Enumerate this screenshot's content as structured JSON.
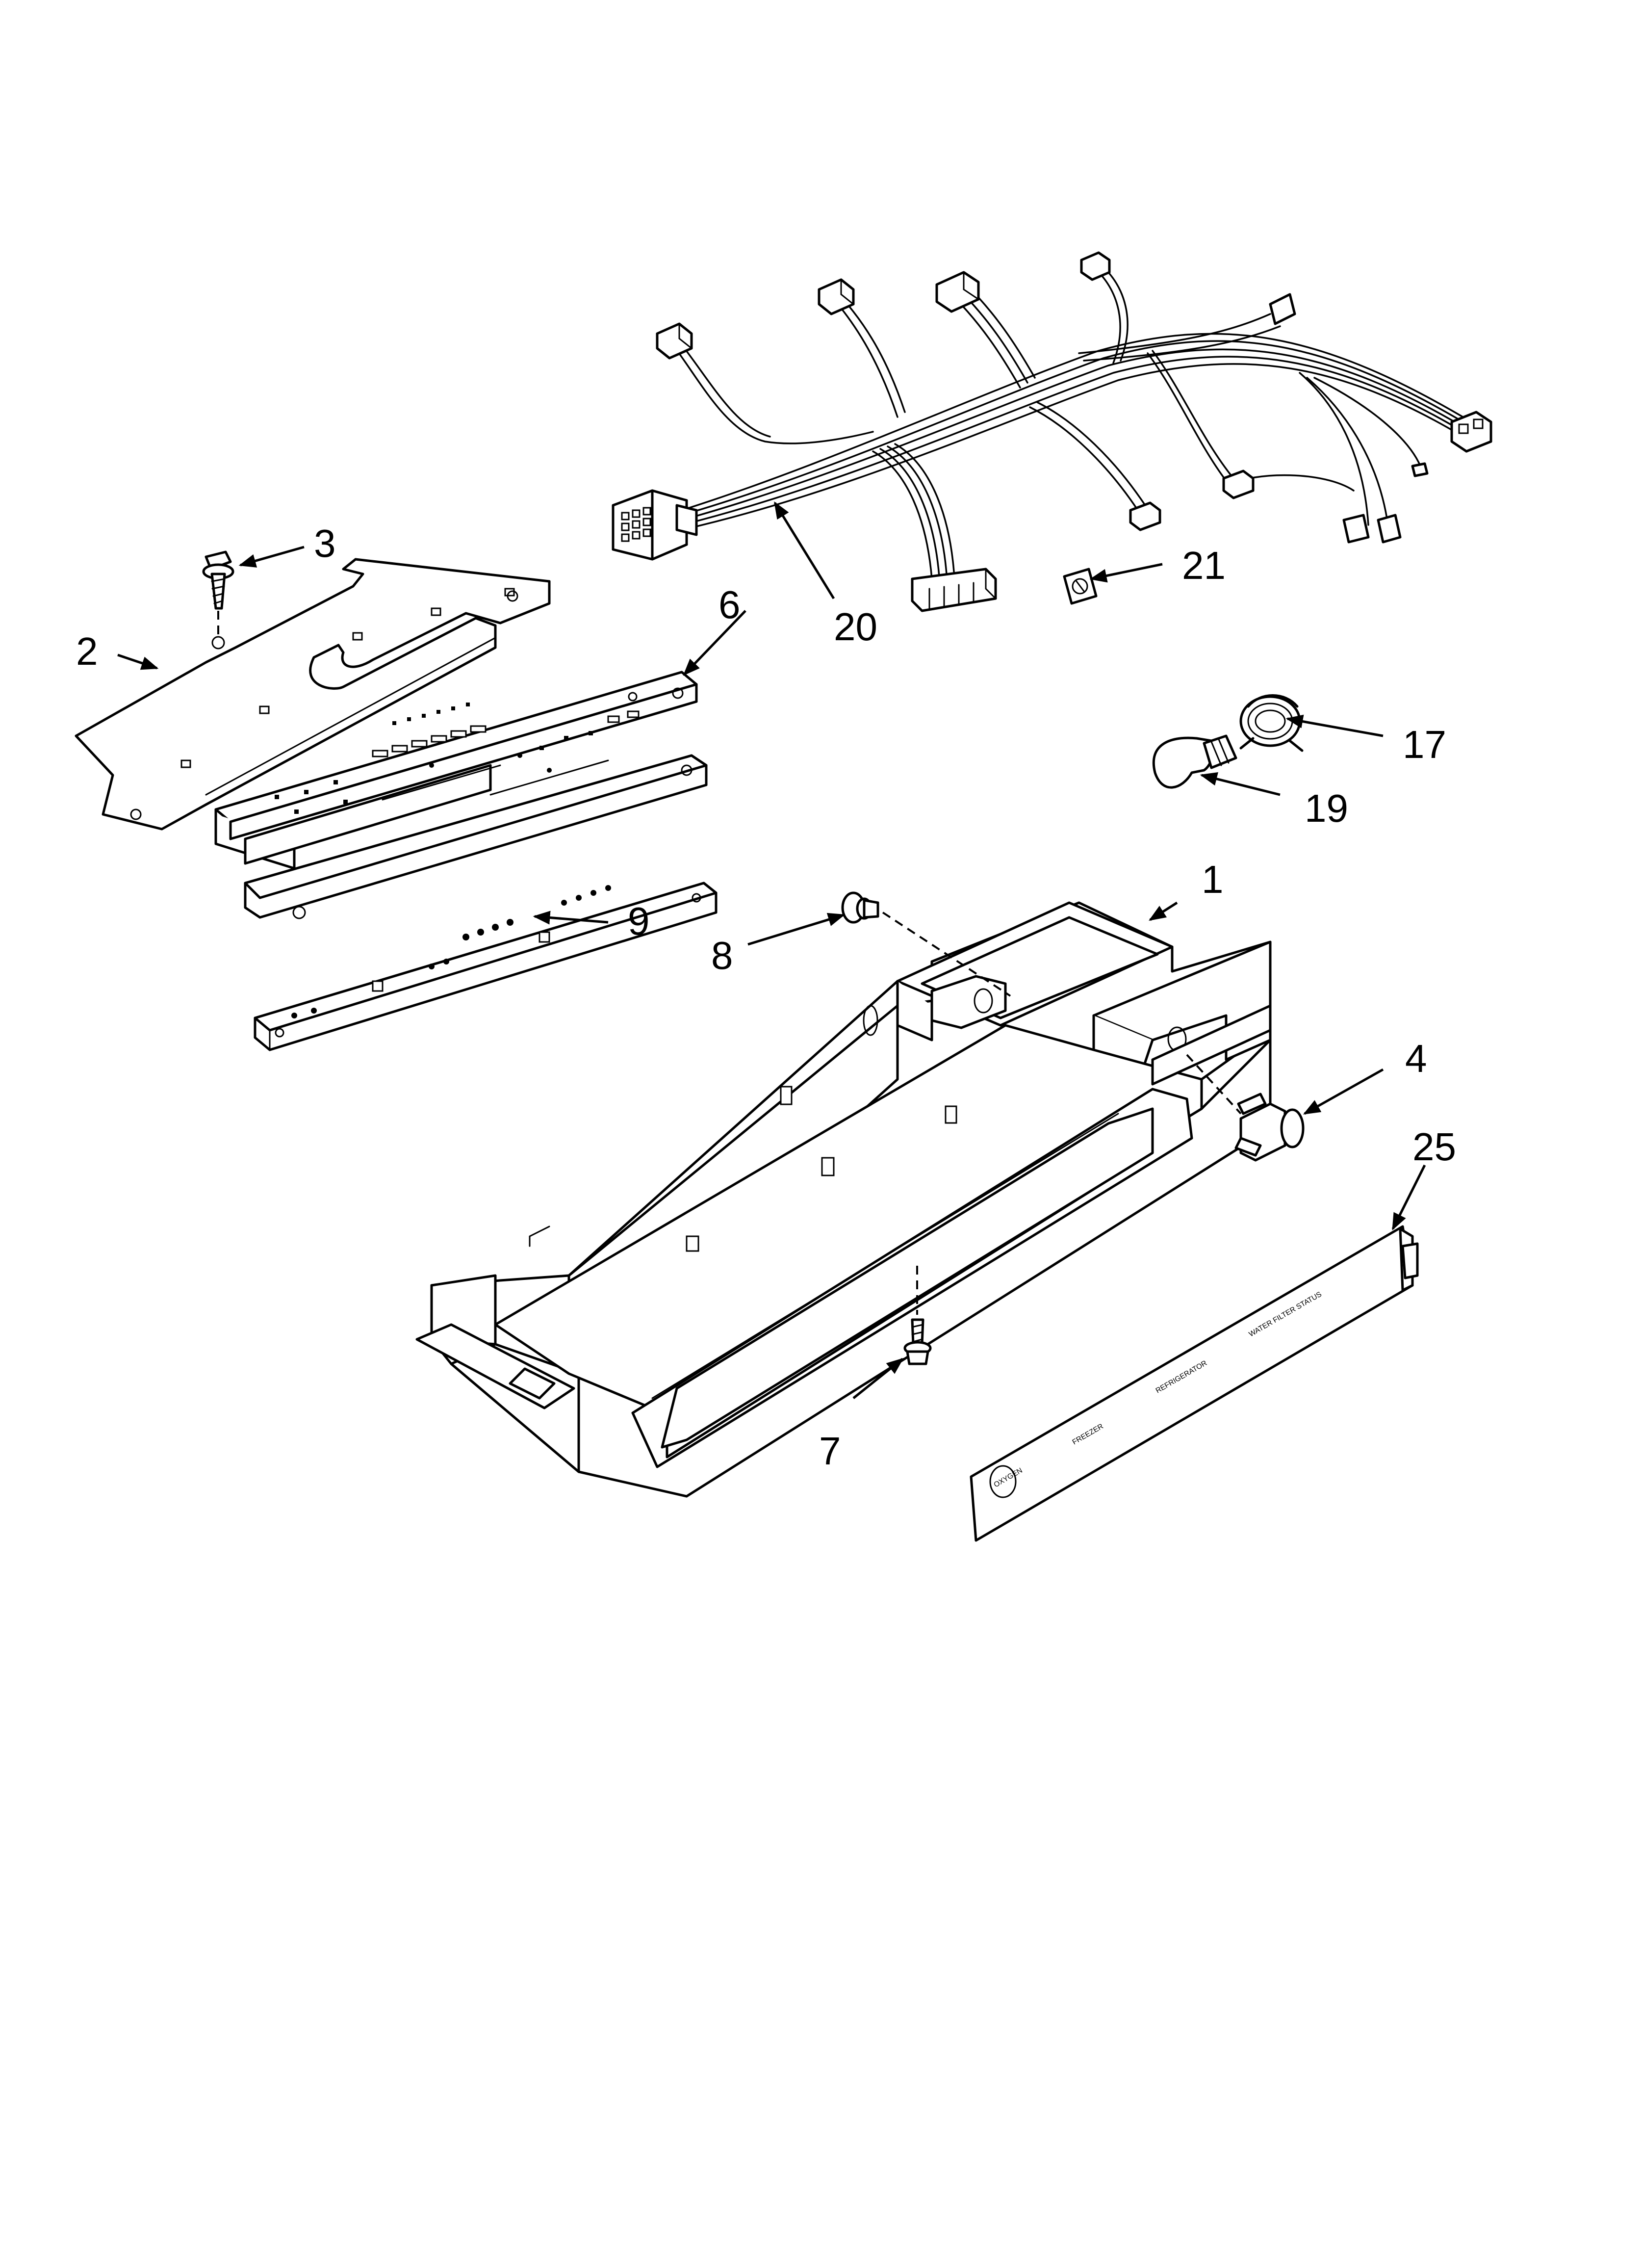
{
  "callouts": [
    {
      "id": "p1",
      "text": "1"
    },
    {
      "id": "p2",
      "text": "2"
    },
    {
      "id": "p3",
      "text": "3"
    },
    {
      "id": "p4",
      "text": "4"
    },
    {
      "id": "p6",
      "text": "6"
    },
    {
      "id": "p7",
      "text": "7"
    },
    {
      "id": "p8",
      "text": "8"
    },
    {
      "id": "p9",
      "text": "9"
    },
    {
      "id": "p17",
      "text": "17"
    },
    {
      "id": "p19",
      "text": "19"
    },
    {
      "id": "p20",
      "text": "20"
    },
    {
      "id": "p21",
      "text": "21"
    },
    {
      "id": "p25",
      "text": "25"
    }
  ],
  "panel_text": {
    "freezer": "FREEZER",
    "refrigerator": "REFRIGERATOR",
    "water_filter": "WATER FILTER STATUS",
    "brand": "OXYGEN"
  },
  "colors": {
    "line": "#000000",
    "background": "#ffffff"
  }
}
